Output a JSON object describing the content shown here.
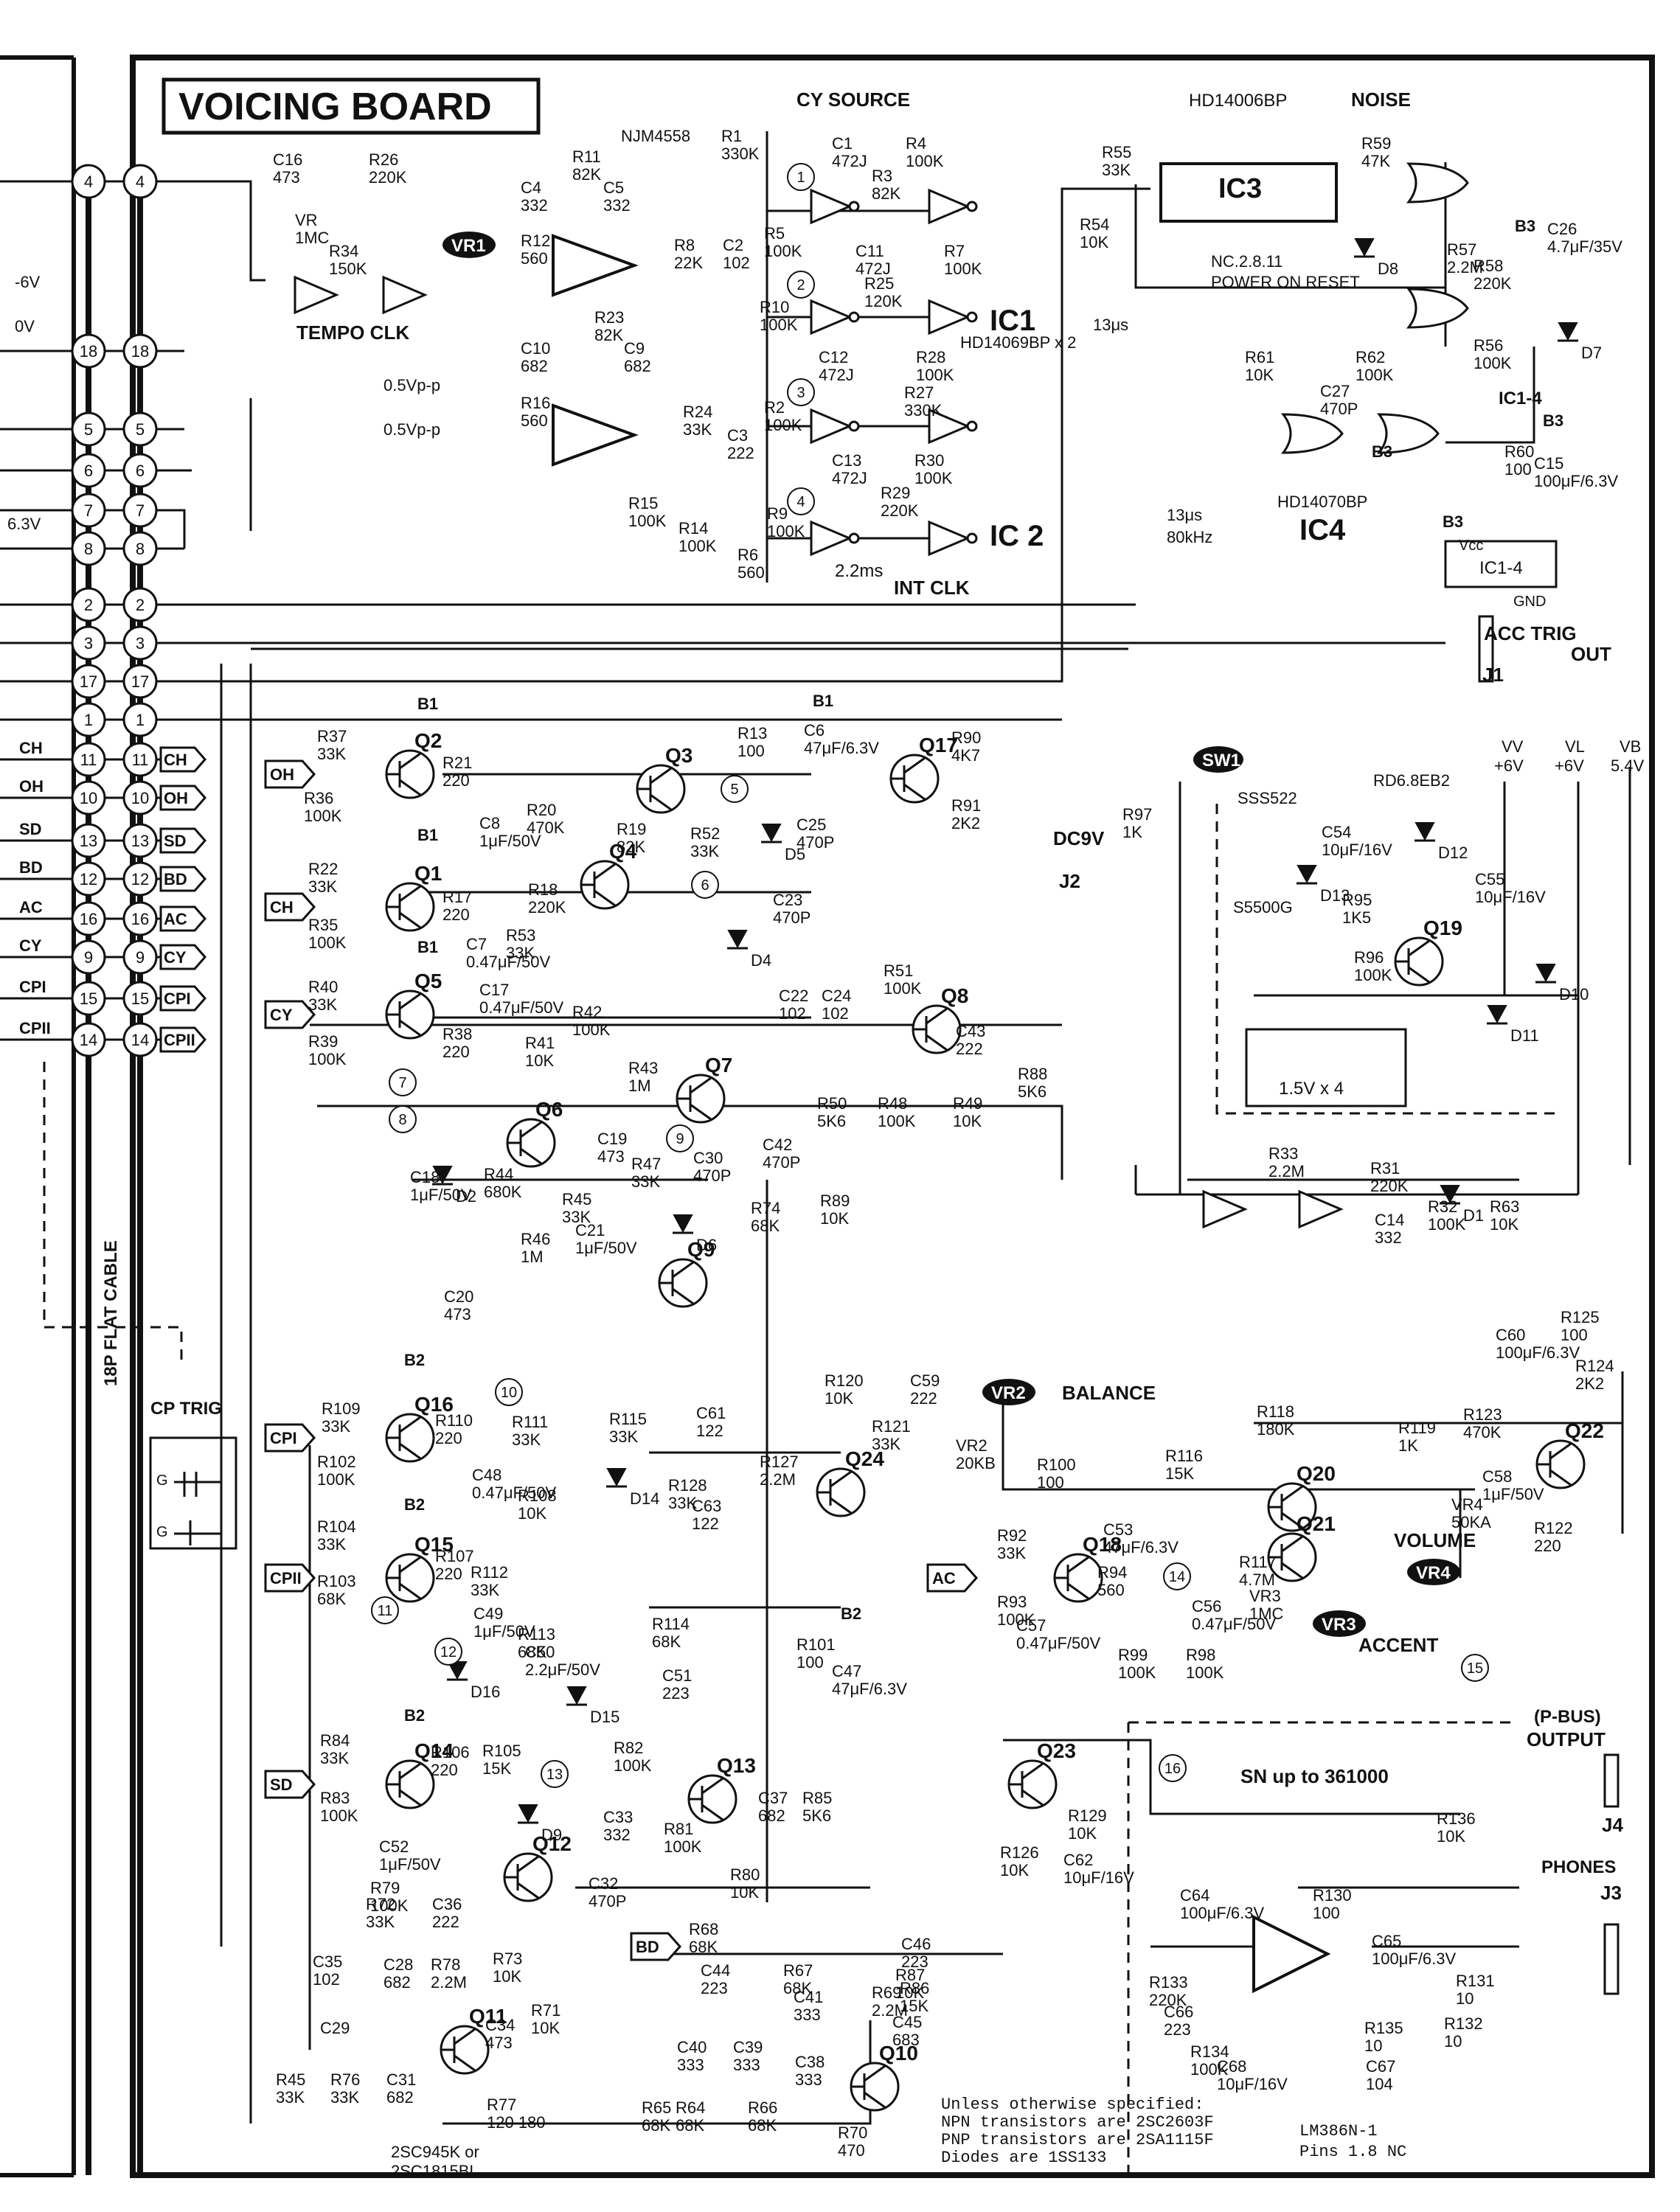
{
  "board": {
    "title": "VOICING BOARD",
    "flat_cable_label": "18P FLAT CABLE",
    "cp_trig_label": "CP TRIG",
    "cp_trig_g1": "G",
    "cp_trig_g2": "G"
  },
  "headers": {
    "cy_source": "CY SOURCE",
    "noise_part": "HD14006BP",
    "noise": "NOISE",
    "tempo_clk": "TEMPO CLK",
    "int_clk": "INT CLK",
    "opamp_part": "NJM4558",
    "ic1_label": "IC1",
    "ic1_part": "HD14069BP x 2",
    "ic2_label": "IC 2",
    "ic3_label": "IC3",
    "ic4_label": "IC4",
    "ic4_part": "HD14070BP",
    "ic3_note": "NC.2.8.11",
    "power_on_reset": "POWER ON RESET",
    "vcc_box_top": "Vcc",
    "vcc_box_mid": "IC1-4",
    "gnd": "GND",
    "ic14": "IC1-4",
    "timing_13us": "13μs",
    "timing_13us_b": "13μs",
    "freq_80k": "80kHz",
    "int_clk_time": "2.2ms",
    "vr1": "VR1",
    "vr2": "VR2",
    "vr3": "VR3",
    "vr4": "VR4",
    "balance": "BALANCE",
    "volume": "VOLUME",
    "accent": "ACCENT",
    "sw1": "SW1",
    "sn_note": "SN up to 361000",
    "pbus": "(P-BUS)",
    "output": "OUTPUT",
    "phones": "PHONES",
    "acc_trig": "ACC TRIG",
    "acc_out": "OUT",
    "dc9v": "DC9V",
    "j1": "J1",
    "j2": "J2",
    "j3": "J3",
    "j4": "J4",
    "battery": "1.5V x 4",
    "lm386": "LM386N-1",
    "lm386_pins": "Pins 1.8 NC",
    "vv": "VV",
    "vl": "VL",
    "vb": "VB",
    "vv_val": "+6V",
    "vl_val": "+6V",
    "vb_val": "5.4V",
    "rd_part": "RD6.8EB2",
    "sss_part": "SSS522",
    "s5500g": "S5500G",
    "q11_note_1": "2SC945K or",
    "q11_note_2": "2SC1815BL"
  },
  "notes": [
    "Unless otherwise specified:",
    "NPN transistors are 2SC2603F",
    "PNP transistors are 2SA1115F",
    "Diodes are 1SS133"
  ],
  "connector_left": [
    {
      "num": "4"
    },
    {
      "num": "18"
    },
    {
      "num": "5"
    },
    {
      "num": "6"
    },
    {
      "num": "7"
    },
    {
      "num": "8"
    },
    {
      "num": "2"
    },
    {
      "num": "3"
    },
    {
      "num": "17"
    },
    {
      "num": "1"
    },
    {
      "num": "11",
      "sig": "CH"
    },
    {
      "num": "10",
      "sig": "OH"
    },
    {
      "num": "13",
      "sig": "SD"
    },
    {
      "num": "12",
      "sig": "BD"
    },
    {
      "num": "16",
      "sig": "AC"
    },
    {
      "num": "9",
      "sig": "CY"
    },
    {
      "num": "15",
      "sig": "CPI"
    },
    {
      "num": "14",
      "sig": "CPII"
    }
  ],
  "connector_right_tags": [
    "CH",
    "OH",
    "SD",
    "BD",
    "AC",
    "CY",
    "CPI",
    "CPII"
  ],
  "left_misc": [
    "-6V",
    "0V",
    "6.3V"
  ],
  "signal_tags": [
    "OH",
    "CH",
    "CY",
    "CPI",
    "CPII",
    "SD",
    "BD",
    "AC"
  ],
  "levels": [
    "0.5Vp-p",
    "0.5Vp-p"
  ],
  "transistors": [
    "Q1",
    "Q2",
    "Q3",
    "Q4",
    "Q5",
    "Q6",
    "Q7",
    "Q8",
    "Q9",
    "Q10",
    "Q11",
    "Q12",
    "Q13",
    "Q14",
    "Q15",
    "Q16",
    "Q17",
    "Q18",
    "Q19",
    "Q20",
    "Q21",
    "Q22",
    "Q23",
    "Q24"
  ],
  "diodes": [
    "D1",
    "D2",
    "D4",
    "D5",
    "D6",
    "D7",
    "D8",
    "D9",
    "D10",
    "D11",
    "D12",
    "D13",
    "D14",
    "D15",
    "D16"
  ],
  "supplies": [
    "B1",
    "B1",
    "B1",
    "B1",
    "B2",
    "B2",
    "B2",
    "B2",
    "B3",
    "B3",
    "B3",
    "B3"
  ],
  "test_points": [
    "1",
    "2",
    "3",
    "4",
    "5",
    "6",
    "7",
    "8",
    "9",
    "10",
    "11",
    "12",
    "13",
    "14",
    "15",
    "16"
  ],
  "components": [
    {
      "ref": "C16",
      "val": "473"
    },
    {
      "ref": "R26",
      "val": "220K"
    },
    {
      "ref": "R34",
      "val": "150K"
    },
    {
      "ref": "VR",
      "val": "1MC"
    },
    {
      "ref": "R11",
      "val": "82K"
    },
    {
      "ref": "C4",
      "val": "332"
    },
    {
      "ref": "C5",
      "val": "332"
    },
    {
      "ref": "R12",
      "val": "560"
    },
    {
      "ref": "R8",
      "val": "22K"
    },
    {
      "ref": "C2",
      "val": "102"
    },
    {
      "ref": "R1",
      "val": "330K"
    },
    {
      "ref": "C1",
      "val": "472J"
    },
    {
      "ref": "R4",
      "val": "100K"
    },
    {
      "ref": "R3",
      "val": "82K"
    },
    {
      "ref": "R5",
      "val": "100K"
    },
    {
      "ref": "C11",
      "val": "472J"
    },
    {
      "ref": "R7",
      "val": "100K"
    },
    {
      "ref": "R25",
      "val": "120K"
    },
    {
      "ref": "R10",
      "val": "100K"
    },
    {
      "ref": "C12",
      "val": "472J"
    },
    {
      "ref": "R23",
      "val": "82K"
    },
    {
      "ref": "C10",
      "val": "682"
    },
    {
      "ref": "C9",
      "val": "682"
    },
    {
      "ref": "R16",
      "val": "560"
    },
    {
      "ref": "R28",
      "val": "100K"
    },
    {
      "ref": "R27",
      "val": "330K"
    },
    {
      "ref": "R24",
      "val": "33K"
    },
    {
      "ref": "C3",
      "val": "222"
    },
    {
      "ref": "R2",
      "val": "100K"
    },
    {
      "ref": "C13",
      "val": "472J"
    },
    {
      "ref": "R30",
      "val": "100K"
    },
    {
      "ref": "R29",
      "val": "220K"
    },
    {
      "ref": "R15",
      "val": "100K"
    },
    {
      "ref": "R14",
      "val": "100K"
    },
    {
      "ref": "R9",
      "val": "100K"
    },
    {
      "ref": "R6",
      "val": "560"
    },
    {
      "ref": "R55",
      "val": "33K"
    },
    {
      "ref": "R54",
      "val": "10K"
    },
    {
      "ref": "R59",
      "val": "47K"
    },
    {
      "ref": "R57",
      "val": "2.2M"
    },
    {
      "ref": "R58",
      "val": "220K"
    },
    {
      "ref": "C26",
      "val": "4.7μF/35V"
    },
    {
      "ref": "R56",
      "val": "100K"
    },
    {
      "ref": "R61",
      "val": "10K"
    },
    {
      "ref": "R62",
      "val": "100K"
    },
    {
      "ref": "C27",
      "val": "470P"
    },
    {
      "ref": "R60",
      "val": "100"
    },
    {
      "ref": "C15",
      "val": "100μF/6.3V"
    },
    {
      "ref": "R37",
      "val": "33K"
    },
    {
      "ref": "R36",
      "val": "100K"
    },
    {
      "ref": "R21",
      "val": "220"
    },
    {
      "ref": "C8",
      "val": "1μF/50V"
    },
    {
      "ref": "R20",
      "val": "470K"
    },
    {
      "ref": "R19",
      "val": "82K"
    },
    {
      "ref": "R52",
      "val": "33K"
    },
    {
      "ref": "C25",
      "val": "470P"
    },
    {
      "ref": "R13",
      "val": "100"
    },
    {
      "ref": "C6",
      "val": "47μF/6.3V"
    },
    {
      "ref": "R90",
      "val": "4K7"
    },
    {
      "ref": "R91",
      "val": "2K2"
    },
    {
      "ref": "R22",
      "val": "33K"
    },
    {
      "ref": "R35",
      "val": "100K"
    },
    {
      "ref": "R17",
      "val": "220"
    },
    {
      "ref": "R18",
      "val": "220K"
    },
    {
      "ref": "C7",
      "val": "0.47μF/50V"
    },
    {
      "ref": "R53",
      "val": "33K"
    },
    {
      "ref": "C23",
      "val": "470P"
    },
    {
      "ref": "R40",
      "val": "33K"
    },
    {
      "ref": "R39",
      "val": "100K"
    },
    {
      "ref": "C17",
      "val": "0.47μF/50V"
    },
    {
      "ref": "R38",
      "val": "220"
    },
    {
      "ref": "R41",
      "val": "10K"
    },
    {
      "ref": "R42",
      "val": "100K"
    },
    {
      "ref": "R43",
      "val": "1M"
    },
    {
      "ref": "C22",
      "val": "102"
    },
    {
      "ref": "C24",
      "val": "102"
    },
    {
      "ref": "R51",
      "val": "100K"
    },
    {
      "ref": "C43",
      "val": "222"
    },
    {
      "ref": "R50",
      "val": "5K6"
    },
    {
      "ref": "R48",
      "val": "100K"
    },
    {
      "ref": "R49",
      "val": "10K"
    },
    {
      "ref": "R88",
      "val": "5K6"
    },
    {
      "ref": "C19",
      "val": "473"
    },
    {
      "ref": "C18",
      "val": "1μF/50V"
    },
    {
      "ref": "R44",
      "val": "680K"
    },
    {
      "ref": "R47",
      "val": "33K"
    },
    {
      "ref": "C30",
      "val": "470P"
    },
    {
      "ref": "C42",
      "val": "470P"
    },
    {
      "ref": "R45",
      "val": "33K"
    },
    {
      "ref": "C21",
      "val": "1μF/50V"
    },
    {
      "ref": "R74",
      "val": "68K"
    },
    {
      "ref": "R89",
      "val": "10K"
    },
    {
      "ref": "R46",
      "val": "1M"
    },
    {
      "ref": "C20",
      "val": "473"
    },
    {
      "ref": "R97",
      "val": "1K"
    },
    {
      "ref": "C54",
      "val": "10μF/16V"
    },
    {
      "ref": "R95",
      "val": "1K5"
    },
    {
      "ref": "R96",
      "val": "100K"
    },
    {
      "ref": "C55",
      "val": "10μF/16V"
    },
    {
      "ref": "R33",
      "val": "2.2M"
    },
    {
      "ref": "R31",
      "val": "220K"
    },
    {
      "ref": "C14",
      "val": "332"
    },
    {
      "ref": "R32",
      "val": "100K"
    },
    {
      "ref": "R63",
      "val": "10K"
    },
    {
      "ref": "R109",
      "val": "33K"
    },
    {
      "ref": "R102",
      "val": "100K"
    },
    {
      "ref": "R110",
      "val": "220"
    },
    {
      "ref": "R111",
      "val": "33K"
    },
    {
      "ref": "C48",
      "val": "0.47μF/50V"
    },
    {
      "ref": "R108",
      "val": "10K"
    },
    {
      "ref": "R115",
      "val": "33K"
    },
    {
      "ref": "C61",
      "val": "122"
    },
    {
      "ref": "R128",
      "val": "33K"
    },
    {
      "ref": "C63",
      "val": "122"
    },
    {
      "ref": "R127",
      "val": "2.2M"
    },
    {
      "ref": "R120",
      "val": "10K"
    },
    {
      "ref": "C59",
      "val": "222"
    },
    {
      "ref": "R121",
      "val": "33K"
    },
    {
      "ref": "VR2",
      "val": "20KB"
    },
    {
      "ref": "R116",
      "val": "15K"
    },
    {
      "ref": "R118",
      "val": "180K"
    },
    {
      "ref": "R119",
      "val": "1K"
    },
    {
      "ref": "VR4",
      "val": "50KA"
    },
    {
      "ref": "R123",
      "val": "470K"
    },
    {
      "ref": "C58",
      "val": "1μF/50V"
    },
    {
      "ref": "R125",
      "val": "100"
    },
    {
      "ref": "C60",
      "val": "100μF/6.3V"
    },
    {
      "ref": "R124",
      "val": "2K2"
    },
    {
      "ref": "R122",
      "val": "220"
    },
    {
      "ref": "R104",
      "val": "33K"
    },
    {
      "ref": "R103",
      "val": "68K"
    },
    {
      "ref": "R107",
      "val": "220"
    },
    {
      "ref": "R112",
      "val": "33K"
    },
    {
      "ref": "C49",
      "val": "1μF/50V"
    },
    {
      "ref": "R113",
      "val": "68K"
    },
    {
      "ref": "R114",
      "val": "68K"
    },
    {
      "ref": "C50",
      "val": "2.2μF/50V"
    },
    {
      "ref": "C51",
      "val": "223"
    },
    {
      "ref": "R101",
      "val": "100"
    },
    {
      "ref": "C47",
      "val": "47μF/6.3V"
    },
    {
      "ref": "R100",
      "val": "100"
    },
    {
      "ref": "C53",
      "val": "47μF/6.3V"
    },
    {
      "ref": "R92",
      "val": "33K"
    },
    {
      "ref": "R93",
      "val": "100K"
    },
    {
      "ref": "R94",
      "val": "560"
    },
    {
      "ref": "R117",
      "val": "4.7M"
    },
    {
      "ref": "VR3",
      "val": "1MC"
    },
    {
      "ref": "C57",
      "val": "0.47μF/50V"
    },
    {
      "ref": "R99",
      "val": "100K"
    },
    {
      "ref": "C56",
      "val": "0.47μF/50V"
    },
    {
      "ref": "R98",
      "val": "100K"
    },
    {
      "ref": "R84",
      "val": "33K"
    },
    {
      "ref": "R83",
      "val": "100K"
    },
    {
      "ref": "R106",
      "val": "220"
    },
    {
      "ref": "R105",
      "val": "15K"
    },
    {
      "ref": "R82",
      "val": "100K"
    },
    {
      "ref": "C52",
      "val": "1μF/50V"
    },
    {
      "ref": "C33",
      "val": "332"
    },
    {
      "ref": "R81",
      "val": "100K"
    },
    {
      "ref": "C37",
      "val": "682"
    },
    {
      "ref": "R85",
      "val": "5K6"
    },
    {
      "ref": "R80",
      "val": "10K"
    },
    {
      "ref": "R79",
      "val": "100K"
    },
    {
      "ref": "C32",
      "val": "470P"
    },
    {
      "ref": "R72",
      "val": "33K"
    },
    {
      "ref": "C36",
      "val": "222"
    },
    {
      "ref": "C35",
      "val": "102"
    },
    {
      "ref": "R73",
      "val": "10K"
    },
    {
      "ref": "C28",
      "val": "682"
    },
    {
      "ref": "R78",
      "val": "2.2M"
    },
    {
      "ref": "C34",
      "val": "473"
    },
    {
      "ref": "R71",
      "val": "10K"
    },
    {
      "ref": "C29",
      "val": ""
    },
    {
      "ref": "R45",
      "val": "33K"
    },
    {
      "ref": "R76",
      "val": "33K"
    },
    {
      "ref": "C31",
      "val": "682"
    },
    {
      "ref": "R77",
      "val": "120 180"
    },
    {
      "ref": "R68",
      "val": "68K"
    },
    {
      "ref": "C44",
      "val": "223"
    },
    {
      "ref": "R67",
      "val": "68K"
    },
    {
      "ref": "C41",
      "val": "333"
    },
    {
      "ref": "R69",
      "val": "2.2M"
    },
    {
      "ref": "R87",
      "val": "10K"
    },
    {
      "ref": "R86",
      "val": "15K"
    },
    {
      "ref": "C46",
      "val": "223"
    },
    {
      "ref": "C45",
      "val": "683"
    },
    {
      "ref": "C40",
      "val": "333"
    },
    {
      "ref": "C39",
      "val": "333"
    },
    {
      "ref": "R65",
      "val": "68K"
    },
    {
      "ref": "R64",
      "val": "68K"
    },
    {
      "ref": "R66",
      "val": "68K"
    },
    {
      "ref": "C38",
      "val": "333"
    },
    {
      "ref": "R70",
      "val": "470"
    },
    {
      "ref": "R126",
      "val": "10K"
    },
    {
      "ref": "R129",
      "val": "10K"
    },
    {
      "ref": "C62",
      "val": "10μF/16V"
    },
    {
      "ref": "R136",
      "val": "10K"
    },
    {
      "ref": "C64",
      "val": "100μF/6.3V"
    },
    {
      "ref": "R130",
      "val": "100"
    },
    {
      "ref": "C65",
      "val": "100μF/6.3V"
    },
    {
      "ref": "R133",
      "val": "220K"
    },
    {
      "ref": "C66",
      "val": "223"
    },
    {
      "ref": "R134",
      "val": "100K"
    },
    {
      "ref": "R131",
      "val": "10"
    },
    {
      "ref": "R132",
      "val": "10"
    },
    {
      "ref": "R135",
      "val": "10"
    },
    {
      "ref": "C67",
      "val": "104"
    },
    {
      "ref": "C68",
      "val": "10μF/16V"
    }
  ]
}
